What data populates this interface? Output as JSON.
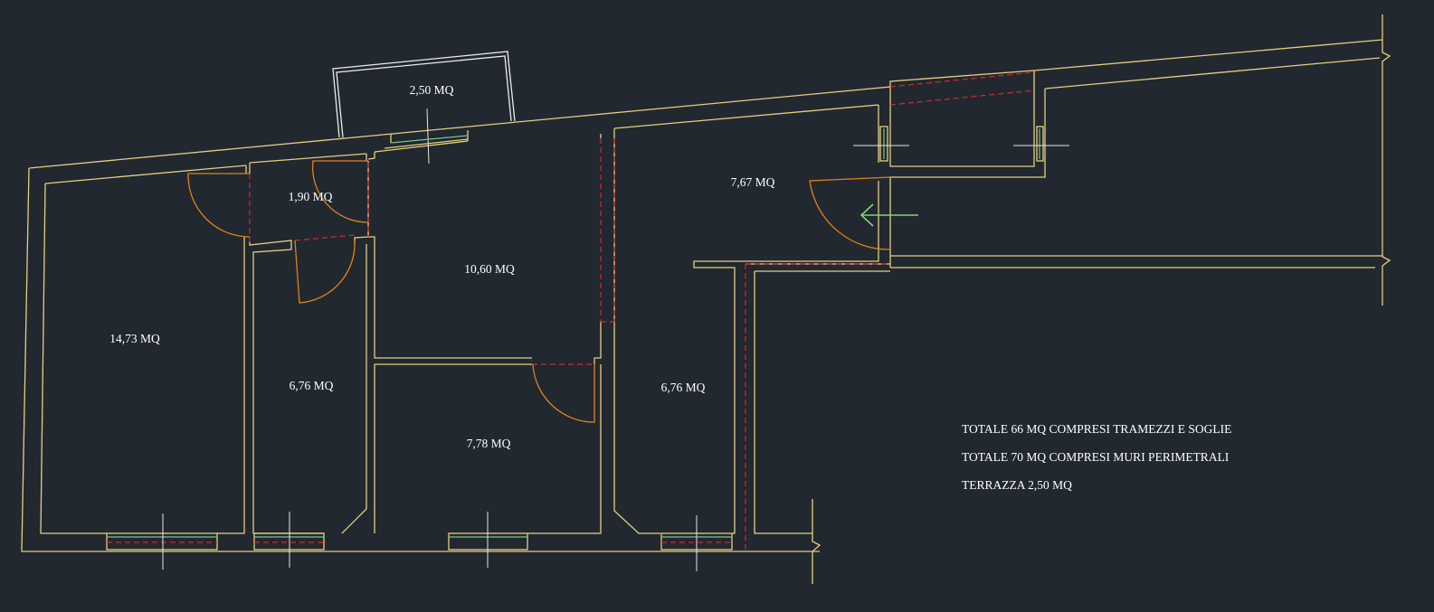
{
  "rooms": {
    "terrace": "2,50 MQ",
    "bathroom_small": "1,90 MQ",
    "entrance": "7,67 MQ",
    "living": "10,60 MQ",
    "bedroom_left": "14,73 MQ",
    "corridor_room": "6,76 MQ",
    "room_center": "7,78 MQ",
    "room_right": "6,76 MQ"
  },
  "notes": {
    "line1": "TOTALE 66 MQ COMPRESI TRAMEZZI E SOGLIE",
    "line2": "TOTALE 70 MQ  COMPRESI MURI PERIMETRALI",
    "line3": "TERRAZZA 2,50 MQ"
  },
  "colors": {
    "background": "#212830",
    "walls": "#e5cf7c",
    "doors": "#e1811a",
    "dashed": "#d8262b",
    "windows": "#7cc389",
    "entry_arrow": "#7ed67a"
  }
}
